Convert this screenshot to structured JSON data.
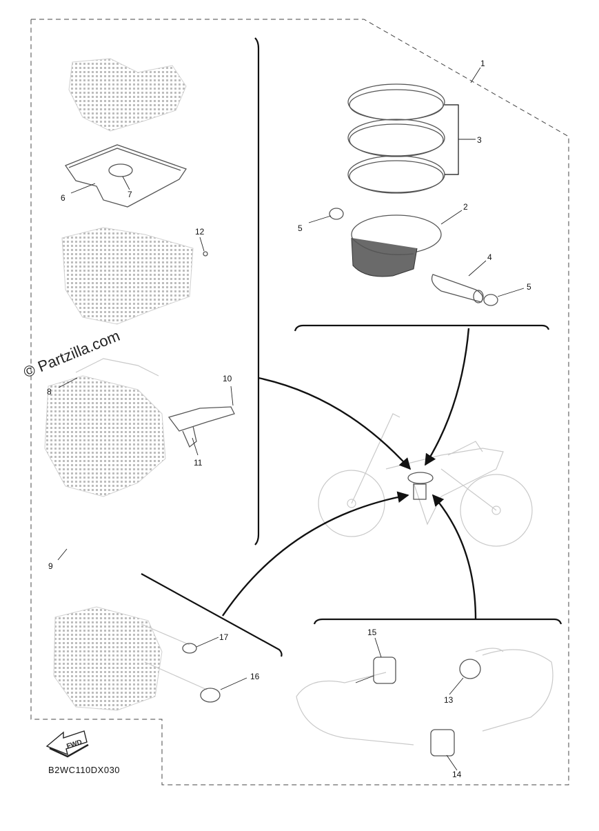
{
  "diagram": {
    "watermark": "© Partzilla.com",
    "diagram_code": "B2WC110DX030",
    "fwd_label": "FWD",
    "callouts": {
      "c1": "1",
      "c2": "2",
      "c3": "3",
      "c4": "4",
      "c5a": "5",
      "c5b": "5",
      "c6": "6",
      "c7": "7",
      "c8": "8",
      "c9": "9",
      "c10": "10",
      "c11": "11",
      "c12": "12",
      "c13": "13",
      "c14": "14",
      "c15": "15",
      "c16": "16",
      "c17": "17"
    }
  }
}
